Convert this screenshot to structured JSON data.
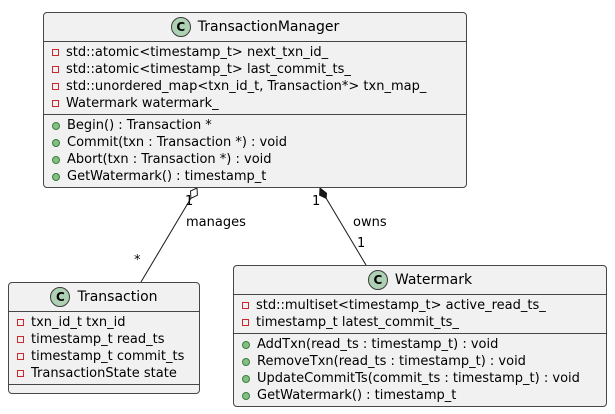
{
  "diagram": {
    "classes": {
      "transaction_manager": {
        "badge": "C",
        "name": "TransactionManager",
        "fields": [
          "std::atomic<timestamp_t> next_txn_id_",
          "std::atomic<timestamp_t> last_commit_ts_",
          "std::unordered_map<txn_id_t, Transaction*> txn_map_",
          "Watermark watermark_"
        ],
        "methods": [
          "Begin() : Transaction *",
          "Commit(txn : Transaction *) : void",
          "Abort(txn : Transaction *) : void",
          "GetWatermark() : timestamp_t"
        ]
      },
      "transaction": {
        "badge": "C",
        "name": "Transaction",
        "fields": [
          "txn_id_t txn_id",
          "timestamp_t read_ts",
          "timestamp_t commit_ts",
          "TransactionState state"
        ],
        "methods": []
      },
      "watermark": {
        "badge": "C",
        "name": "Watermark",
        "fields": [
          "std::multiset<timestamp_t> active_read_ts_",
          "timestamp_t latest_commit_ts_"
        ],
        "methods": [
          "AddTxn(read_ts : timestamp_t) : void",
          "RemoveTxn(read_ts : timestamp_t) : void",
          "UpdateCommitTs(commit_ts : timestamp_t) : void",
          "GetWatermark() : timestamp_t"
        ]
      }
    },
    "edges": {
      "manages": {
        "type": "aggregation",
        "label": "manages",
        "source_multiplicity": "1",
        "target_multiplicity": "*"
      },
      "owns": {
        "type": "composition",
        "label": "owns",
        "source_multiplicity": "1",
        "target_multiplicity": "1"
      }
    },
    "colors": {
      "class_fill": "#F1F1F1",
      "class_border": "#454645",
      "badge_fill": "#ADD1B2",
      "private_icon_border": "#C82930",
      "public_icon_fill": "#84BE84",
      "edge_stroke": "#181818"
    }
  }
}
